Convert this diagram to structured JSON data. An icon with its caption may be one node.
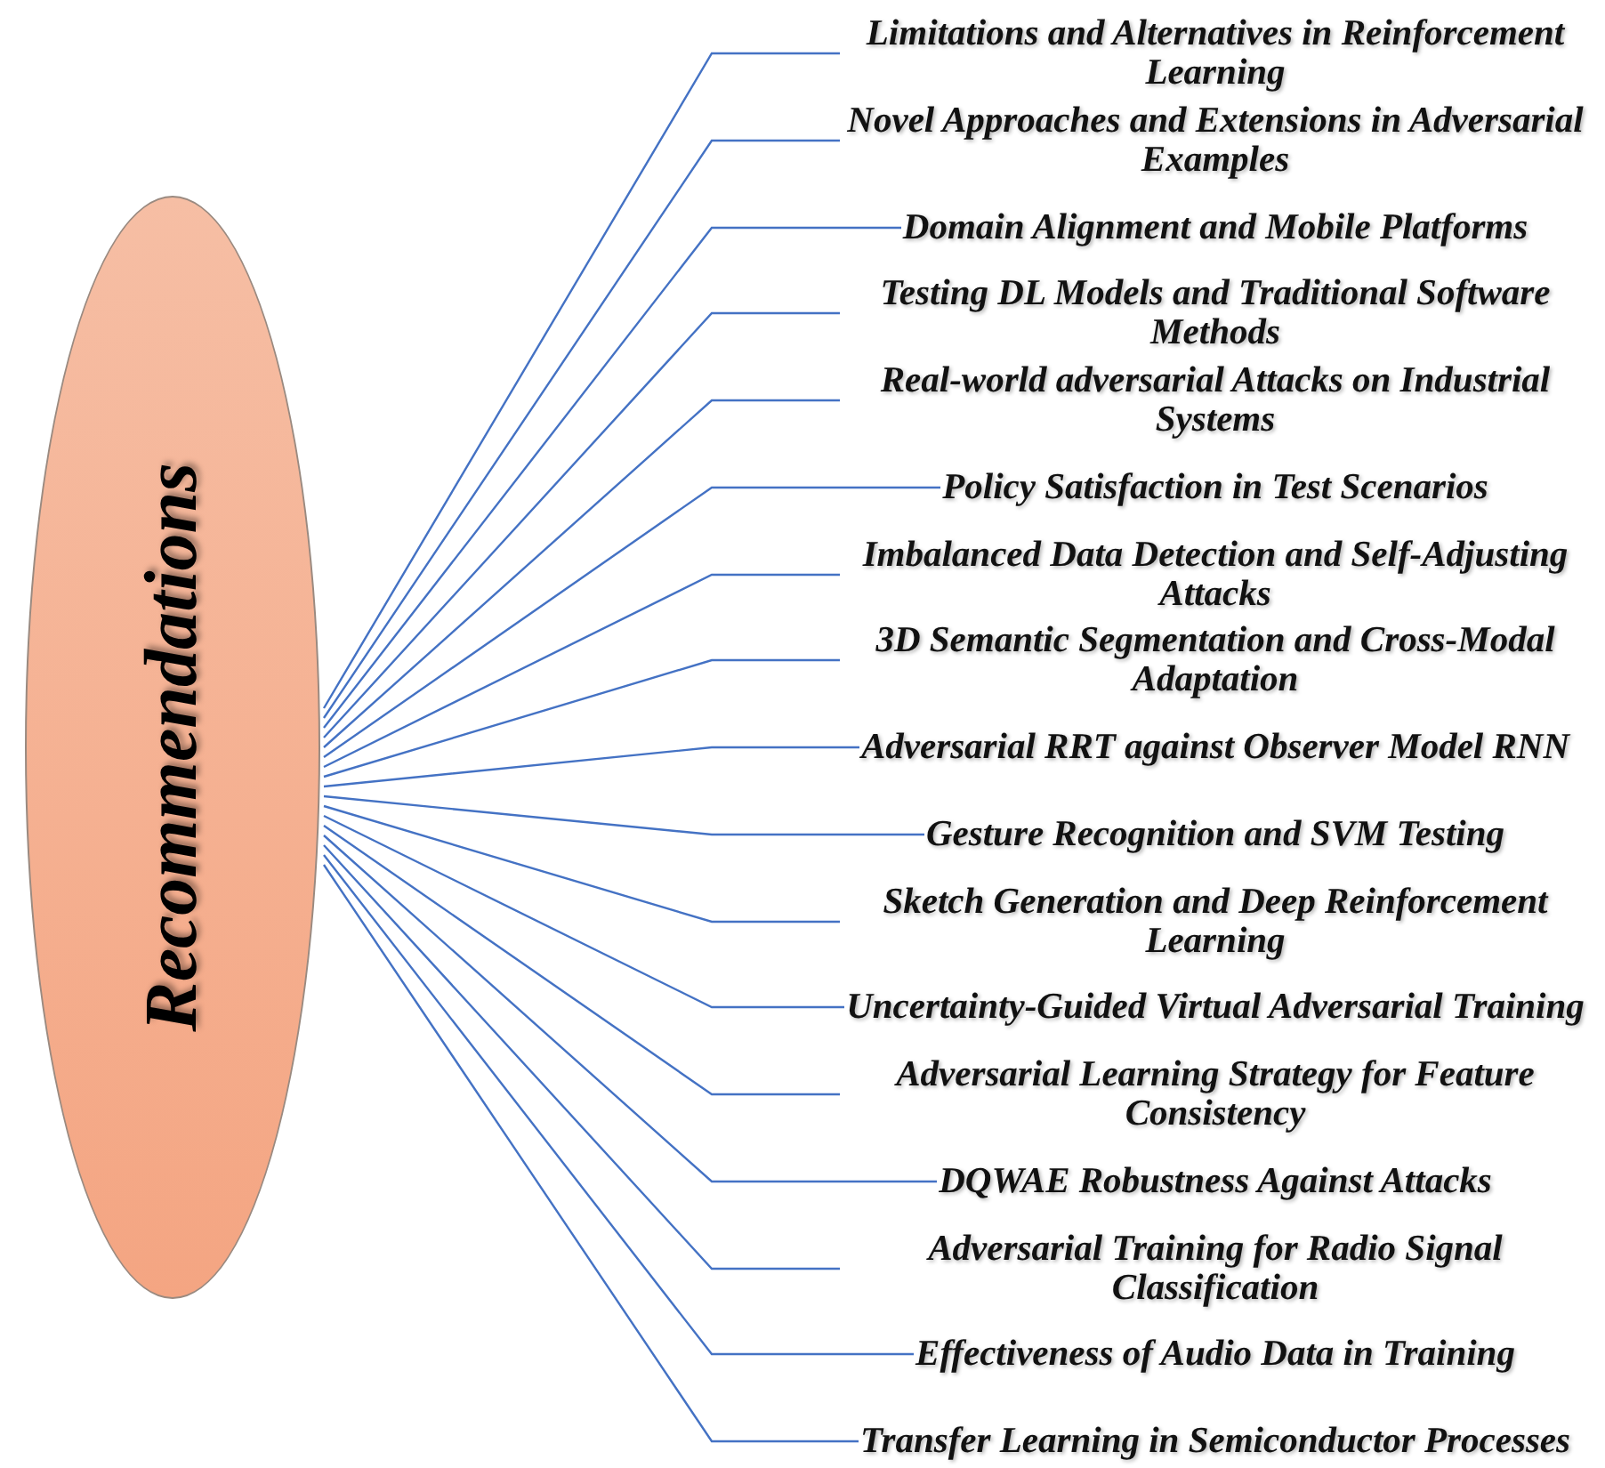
{
  "diagram": {
    "nodes": [
      {
        "text": [
          "Recommendations"
        ]
      },
      {
        "text": [
          "Limitations and Alternatives in Reinforcement Learning"
        ]
      },
      {
        "text": [
          "Novel Approaches and Extensions in Adversarial Examples"
        ]
      },
      {
        "text": [
          "Domain Alignment and Mobile Platforms"
        ]
      },
      {
        "text": [
          "Testing DL Models and Traditional Software Methods"
        ]
      },
      {
        "text": [
          "Real-world adversarial Attacks on Industrial Systems"
        ]
      },
      {
        "text": [
          "Policy Satisfaction in Test Scenarios"
        ]
      },
      {
        "text": [
          "Imbalanced Data Detection and Self-Adjusting Attacks"
        ]
      },
      {
        "text": [
          "3D Semantic Segmentation and Cross-Modal Adaptation"
        ]
      },
      {
        "text": [
          "Adversarial RRT against Observer Model RNN"
        ]
      },
      {
        "text": [
          "Gesture Recognition and SVM Testing"
        ]
      },
      {
        "text": [
          "Sketch Generation and Deep Reinforcement Learning"
        ]
      },
      {
        "text": [
          "Uncertainty-Guided Virtual Adversarial Training"
        ]
      },
      {
        "text": [
          "Adversarial Learning Strategy for Feature Consistency"
        ]
      },
      {
        "text": [
          "DQWAE Robustness Against Attacks"
        ]
      },
      {
        "text": [
          "Adversarial Training for Radio Signal Classification"
        ]
      },
      {
        "text": [
          "Effectiveness of Audio Data in Training"
        ]
      },
      {
        "text": [
          "Transfer Learning in Semiconductor Processes"
        ]
      }
    ],
    "edges": [
      {
        "from": 0,
        "to": 1,
        "arrow": "none"
      },
      {
        "from": 0,
        "to": 2,
        "arrow": "none"
      },
      {
        "from": 0,
        "to": 3,
        "arrow": "none"
      },
      {
        "from": 0,
        "to": 4,
        "arrow": "none"
      },
      {
        "from": 0,
        "to": 5,
        "arrow": "none"
      },
      {
        "from": 0,
        "to": 6,
        "arrow": "none"
      },
      {
        "from": 0,
        "to": 7,
        "arrow": "none"
      },
      {
        "from": 0,
        "to": 8,
        "arrow": "none"
      },
      {
        "from": 0,
        "to": 9,
        "arrow": "none"
      },
      {
        "from": 0,
        "to": 10,
        "arrow": "none"
      },
      {
        "from": 0,
        "to": 11,
        "arrow": "none"
      },
      {
        "from": 0,
        "to": 12,
        "arrow": "none"
      },
      {
        "from": 0,
        "to": 13,
        "arrow": "none"
      },
      {
        "from": 0,
        "to": 14,
        "arrow": "none"
      },
      {
        "from": 0,
        "to": 15,
        "arrow": "none"
      },
      {
        "from": 0,
        "to": 16,
        "arrow": "none"
      },
      {
        "from": 0,
        "to": 17,
        "arrow": "none"
      }
    ]
  }
}
